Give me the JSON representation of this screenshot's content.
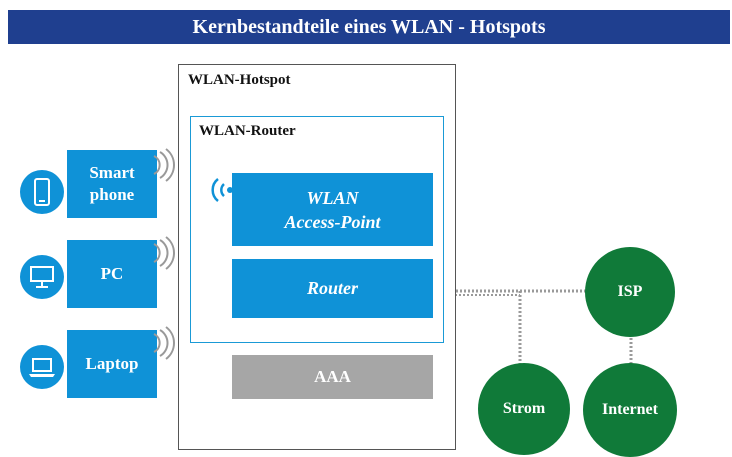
{
  "title": "Kernbestandteile eines WLAN - Hotspots",
  "hotspot_label": "WLAN-Hotspot",
  "router_label": "WLAN-Router",
  "access_point": {
    "line1": "WLAN",
    "line2": "Access-Point"
  },
  "router_block": "Router",
  "aaa_block": "AAA",
  "devices": [
    {
      "line1": "Smart",
      "line2": "phone",
      "icon": "smartphone-icon"
    },
    {
      "line1": "PC",
      "line2": "",
      "icon": "monitor-icon"
    },
    {
      "line1": "Laptop",
      "line2": "",
      "icon": "laptop-icon"
    }
  ],
  "nodes": {
    "isp": "ISP",
    "strom": "Strom",
    "internet": "Internet"
  },
  "colors": {
    "title_bg": "#1f3f8f",
    "blue": "#0f92d7",
    "green": "#107a39",
    "grey": "#a6a6a6"
  }
}
